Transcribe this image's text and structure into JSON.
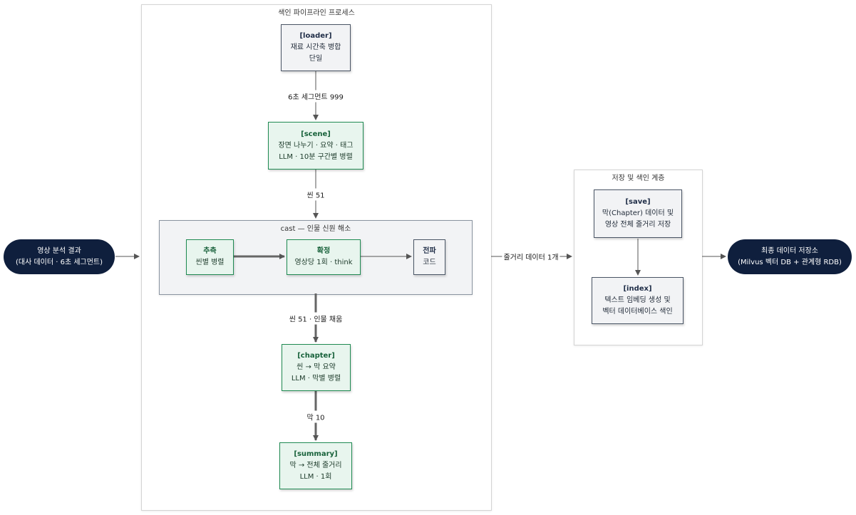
{
  "input": {
    "line1": "영상 분석 결과",
    "line2": "(대사 데이터 · 6초 세그먼트)"
  },
  "output": {
    "line1": "최종 데이터 저장소",
    "line2": "(Milvus 벡터 DB + 관계형 RDB)"
  },
  "pipeline": {
    "title": "색인 파이프라인 프로세스",
    "loader": {
      "title": "[loader]",
      "line1": "재료 시간축 병합",
      "line2": "단일"
    },
    "scene": {
      "title": "[scene]",
      "line1": "장면 나누기 · 요약 · 태그",
      "line2": "LLM · 10분 구간별 병렬"
    },
    "cast": {
      "title": "cast — 인물 신원 해소",
      "extract": {
        "title": "추측",
        "line1": "씬별 병렬"
      },
      "confirm": {
        "title": "확정",
        "line1": "영상당 1회 · think"
      },
      "propagate": {
        "title": "전파",
        "line1": "코드"
      }
    },
    "chapter": {
      "title": "[chapter]",
      "line1": "씬 → 막 요약",
      "line2": "LLM · 막별 병렬"
    },
    "summary": {
      "title": "[summary]",
      "line1": "막 → 전체 줄거리",
      "line2": "LLM · 1회"
    }
  },
  "edges": {
    "loader_scene": "6초 세그먼트 999",
    "scene_cast": "씬 51",
    "cast_chapter": "씬 51 · 인물 채움",
    "chapter_summary": "막 10",
    "pipeline_storage": "줄거리 데이터 1개"
  },
  "storage": {
    "title": "저장 및 색인 계층",
    "save": {
      "title": "[save]",
      "line1": "막(Chapter) 데이터 및",
      "line2": "영상 전체 줄거리 저장"
    },
    "index": {
      "title": "[index]",
      "line1": "텍스트 임베딩 생성 및",
      "line2": "벡터 데이터베이스 색인"
    }
  },
  "colors": {
    "terminal": "#0f1f3d",
    "llm_node_fill": "#e8f5ee",
    "llm_node_border": "#1f8a52",
    "code_node_fill": "#f2f3f5",
    "code_node_border": "#4a5565",
    "arrow": "#555555"
  }
}
